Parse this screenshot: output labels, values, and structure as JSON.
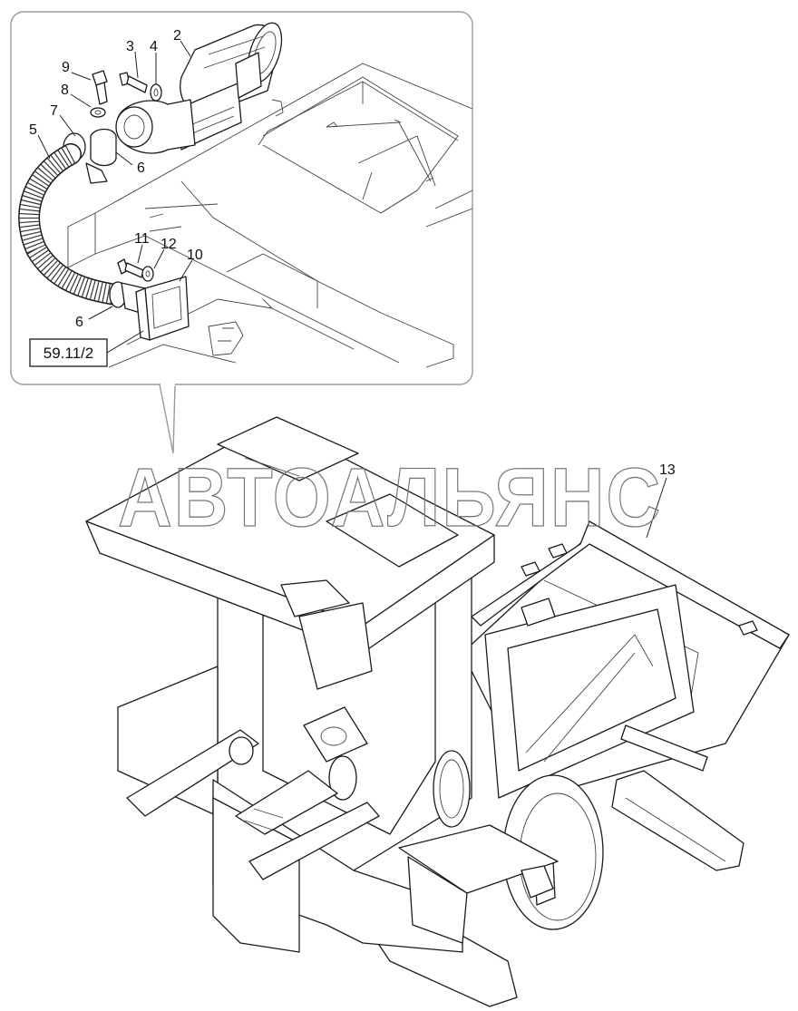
{
  "detail_reference": "59.11/2",
  "watermark": "АВТОАЛЬЯНС",
  "callouts": [
    {
      "id": "c2",
      "label": "2"
    },
    {
      "id": "c3",
      "label": "3"
    },
    {
      "id": "c4",
      "label": "4"
    },
    {
      "id": "c9",
      "label": "9"
    },
    {
      "id": "c8",
      "label": "8"
    },
    {
      "id": "c7",
      "label": "7"
    },
    {
      "id": "c5",
      "label": "5"
    },
    {
      "id": "c6a",
      "label": "6"
    },
    {
      "id": "c11",
      "label": "11"
    },
    {
      "id": "c12",
      "label": "12"
    },
    {
      "id": "c10",
      "label": "10"
    },
    {
      "id": "c6b",
      "label": "6"
    },
    {
      "id": "c13",
      "label": "13"
    }
  ]
}
